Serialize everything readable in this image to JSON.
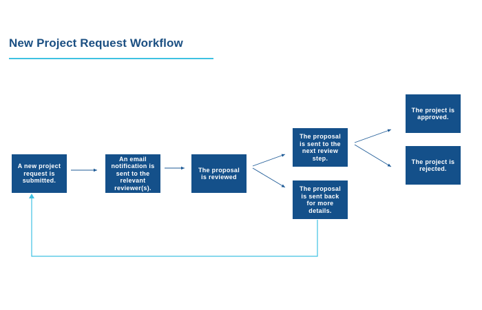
{
  "title": "New Project Request Workflow",
  "steps": {
    "submitted": "A new project request is submitted.",
    "notification": "An email notification is sent to the relevant reviewer(s).",
    "reviewed": "The proposal is reviewed",
    "next_step": "The proposal is sent to the next review step.",
    "sent_back": "The proposal is sent back for more details.",
    "approved": "The project is approved.",
    "rejected": "The project is rejected."
  },
  "colors": {
    "box": "#14508a",
    "title": "#1b4f82",
    "accent": "#3ec1e2",
    "arrow": "#1d5a96"
  }
}
